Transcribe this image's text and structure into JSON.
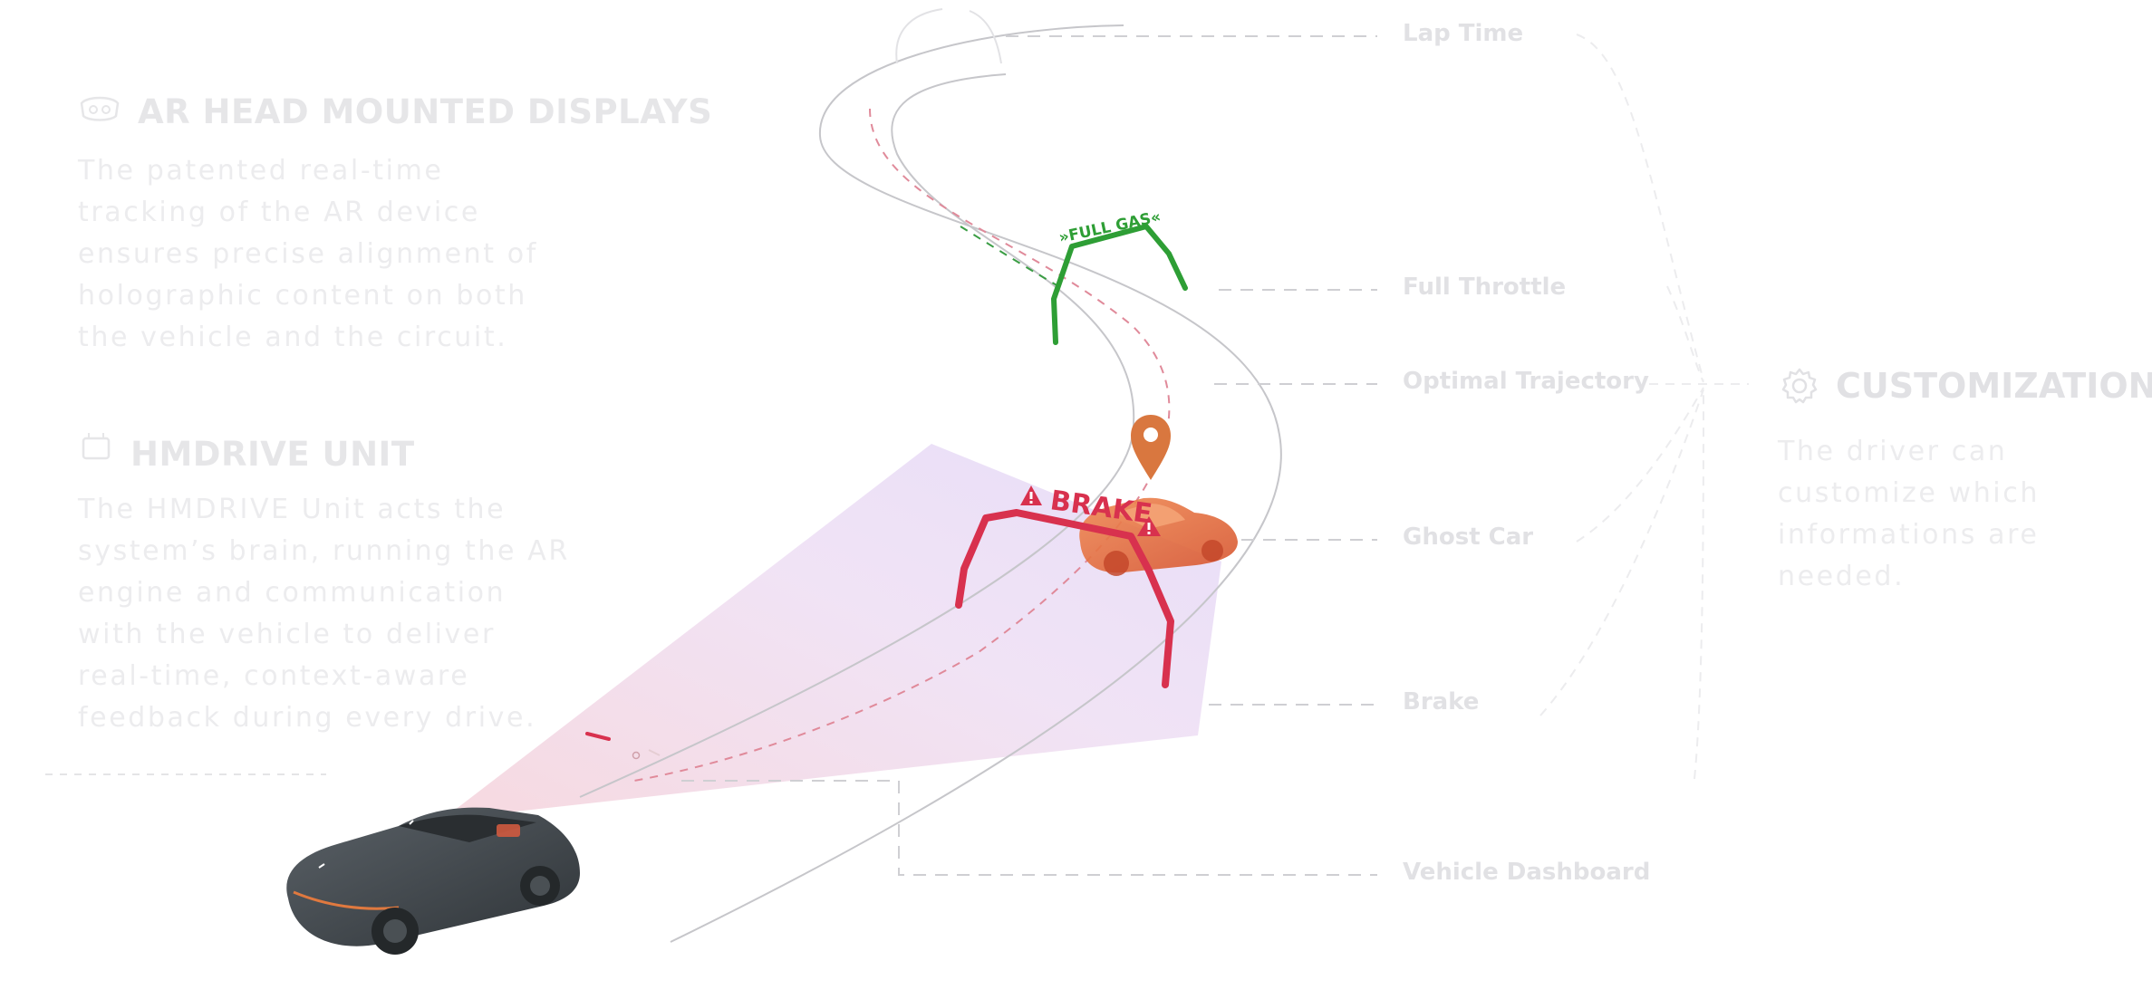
{
  "left_panel": {
    "ar_hmd": {
      "title": "AR HEAD MOUNTED DISPLAYS",
      "lines": [
        "The patented real-time",
        "tracking of the AR device",
        "ensures precise alignment of",
        "holographic content on both",
        "the vehicle and the circuit."
      ]
    },
    "hmdrive": {
      "title": "HMDRIVE UNIT",
      "lines": [
        "The HMDRIVE Unit acts the",
        "system’s brain, running the AR",
        "engine and communication",
        "with the vehicle to deliver",
        "real-time, context-aware",
        "feedback during every drive."
      ]
    }
  },
  "hud": {
    "full_gas_label": "»FULL GAS«",
    "brake_label": "BRAKE"
  },
  "callouts": {
    "lap_time": "Lap Time",
    "full_throttle": "Full Throttle",
    "optimal_trajectory": "Optimal Trajectory",
    "ghost_car": "Ghost Car",
    "brake": "Brake",
    "vehicle_dashboard": "Vehicle Dashboard"
  },
  "customization": {
    "title": "CUSTOMIZATION",
    "lines": [
      "The driver can",
      "customize which",
      "informations are",
      "needed."
    ]
  },
  "colors": {
    "full_gas": "#2e9e35",
    "brake": "#d8314e",
    "ghost_car": "#e36a3a",
    "pin": "#d9773f",
    "car_body": "#3f454a",
    "faded_text": "#e4e4e6",
    "track_line": "#c8c8cc"
  },
  "icons": {
    "ar_hmd": "ar-headset-icon",
    "hmdrive": "hmdrive-unit-icon",
    "customization": "gear-icon",
    "location": "location-pin-icon",
    "warning": "warning-triangle-icon"
  }
}
